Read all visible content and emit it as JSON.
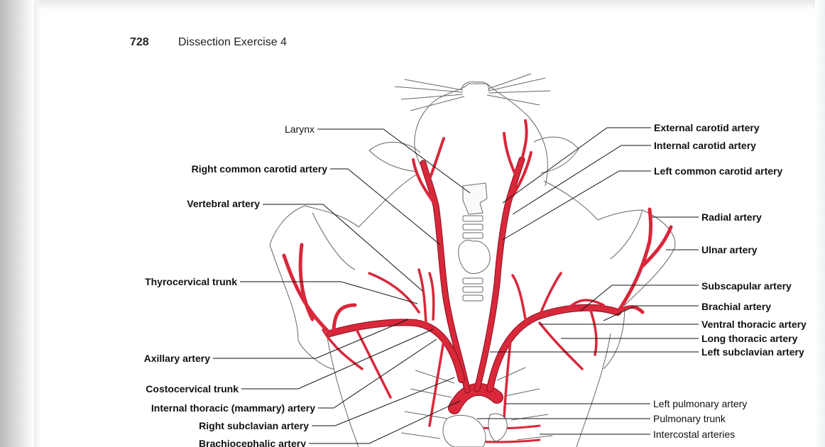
{
  "header": {
    "page_number": "728",
    "title": "Dissection Exercise 4"
  },
  "labels": {
    "larynx": "Larynx",
    "right_common_carotid": "Right common carotid artery",
    "vertebral": "Vertebral artery",
    "thyrocervical": "Thyrocervical trunk",
    "axillary": "Axillary artery",
    "costocervical": "Costocervical trunk",
    "internal_thoracic": "Internal thoracic (mammary) artery",
    "right_subclavian": "Right subclavian artery",
    "brachiocephalic": "Brachiocephalic artery",
    "external_carotid": "External carotid artery",
    "internal_carotid": "Internal carotid artery",
    "left_common_carotid": "Left common carotid artery",
    "radial": "Radial artery",
    "ulnar": "Ulnar artery",
    "subscapular": "Subscapular artery",
    "brachial": "Brachial artery",
    "ventral_thoracic": "Ventral thoracic artery",
    "long_thoracic": "Long thoracic artery",
    "left_subclavian": "Left subclavian artery",
    "left_pulmonary": "Left pulmonary artery",
    "pulmonary_trunk": "Pulmonary trunk",
    "intercostal": "Intercostal arteries"
  },
  "colors": {
    "artery": "#d8283a",
    "artery_outline": "#8a1020",
    "outline": "#666666",
    "text": "#111111"
  }
}
